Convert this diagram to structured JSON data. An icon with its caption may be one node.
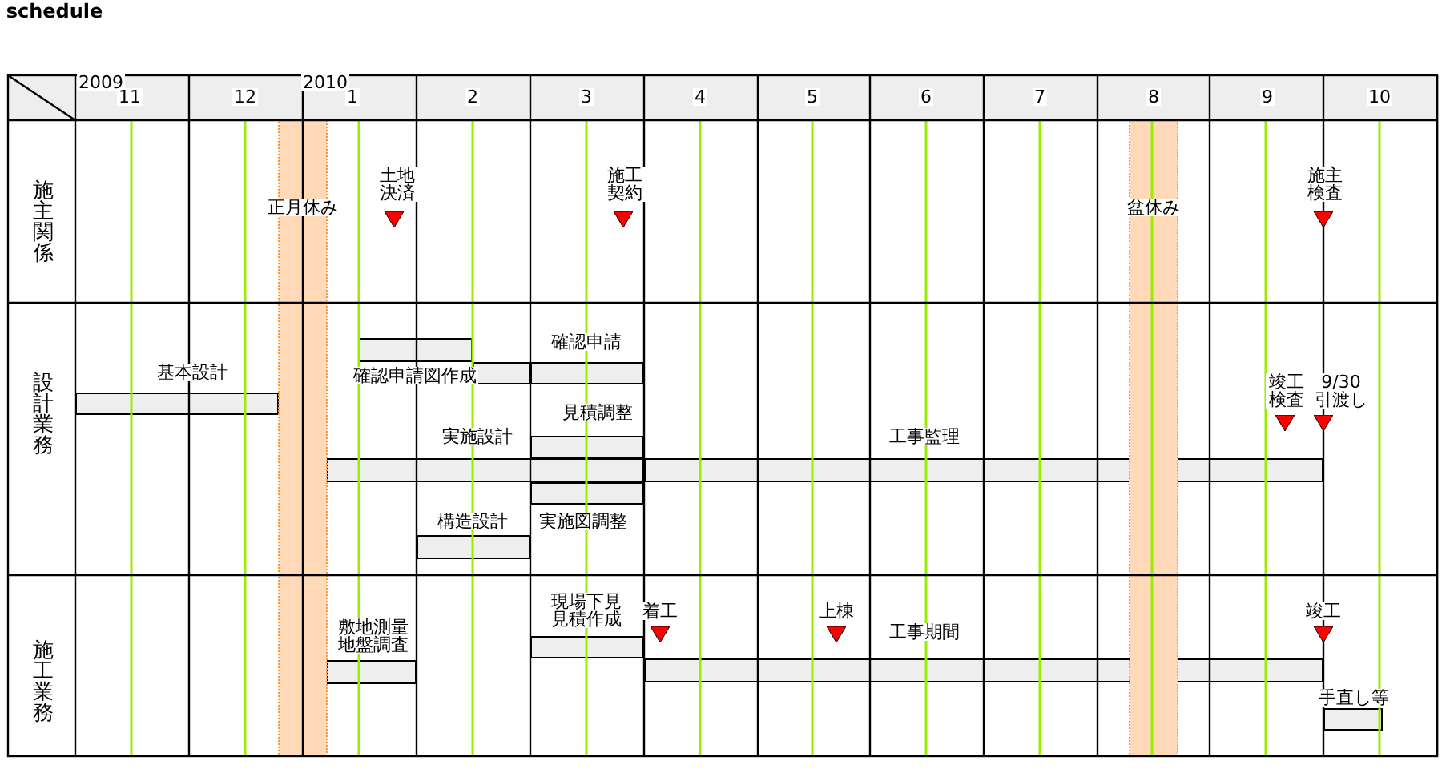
{
  "diagram": {
    "title": "schedule",
    "nodes": [
      {
        "text": [
          "土地決済"
        ]
      },
      {
        "text": [
          "施工契約"
        ]
      },
      {
        "text": [
          "施主検査"
        ]
      },
      {
        "text": [],
        "shape": "bar"
      },
      {
        "text": [
          "確認申請"
        ]
      },
      {
        "text": [
          "基本設計"
        ]
      },
      {
        "text": [
          "確認申請図作成"
        ]
      },
      {
        "text": [
          "竣工検査"
        ]
      },
      {
        "text": [
          "9/30引渡し"
        ]
      },
      {
        "text": [
          "見積調整"
        ]
      },
      {
        "text": [
          "実施設計"
        ]
      },
      {
        "text": [
          "工事監理"
        ]
      },
      {
        "text": [
          "実施図調整"
        ]
      },
      {
        "text": [
          "構造設計"
        ]
      },
      {
        "text": [
          "現場下見見積作成"
        ]
      },
      {
        "text": [
          "着工"
        ]
      },
      {
        "text": [
          "上棟"
        ]
      },
      {
        "text": [
          "敷地測量地盤調査"
        ]
      },
      {
        "text": [
          "工事期間"
        ]
      },
      {
        "text": [
          "竣工"
        ]
      },
      {
        "text": [
          "手直し等"
        ]
      }
    ],
    "labels": [
      "2009",
      "11",
      "12",
      "2010",
      "1",
      "2",
      "3",
      "4",
      "5",
      "6",
      "7",
      "8",
      "9",
      "10",
      "施主関係",
      "正月休み",
      "盆休み",
      "設計業務",
      "施工業務"
    ]
  }
}
